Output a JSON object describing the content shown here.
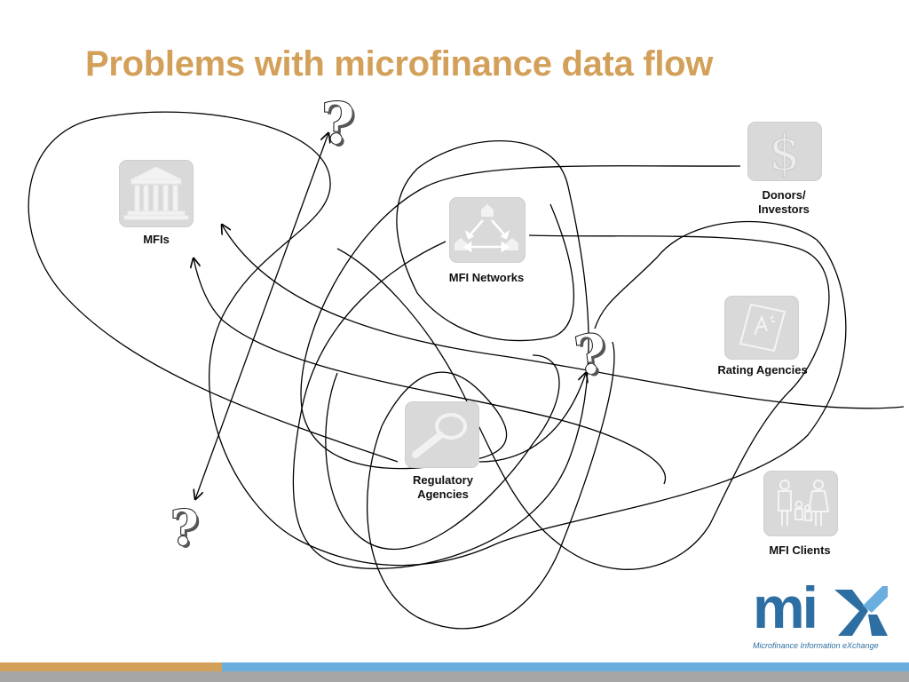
{
  "title": "Problems with microfinance data flow",
  "nodes": {
    "mfis": {
      "label": "MFIs",
      "icon": "bank-building-icon"
    },
    "mfi_networks": {
      "label": "MFI Networks",
      "icon": "network-banks-icon"
    },
    "donors": {
      "label_line1": "Donors/",
      "label_line2": "Investors",
      "icon": "dollar-sign-icon"
    },
    "rating": {
      "label": "Rating Agencies",
      "icon": "rating-document-icon"
    },
    "regulatory": {
      "label_line1": "Regulatory",
      "label_line2": "Agencies",
      "icon": "magnifying-glass-icon"
    },
    "clients": {
      "label": "MFI Clients",
      "icon": "family-icon"
    }
  },
  "question_mark": "?",
  "logo": {
    "mark": "mi",
    "tagline": "Microfinance Information eXchange"
  },
  "colors": {
    "title": "#d3a05a",
    "tile": "#d9d9d9",
    "logo": "#2e6fa3",
    "bar_orange": "#d3a05a",
    "bar_blue": "#6aaee0"
  }
}
